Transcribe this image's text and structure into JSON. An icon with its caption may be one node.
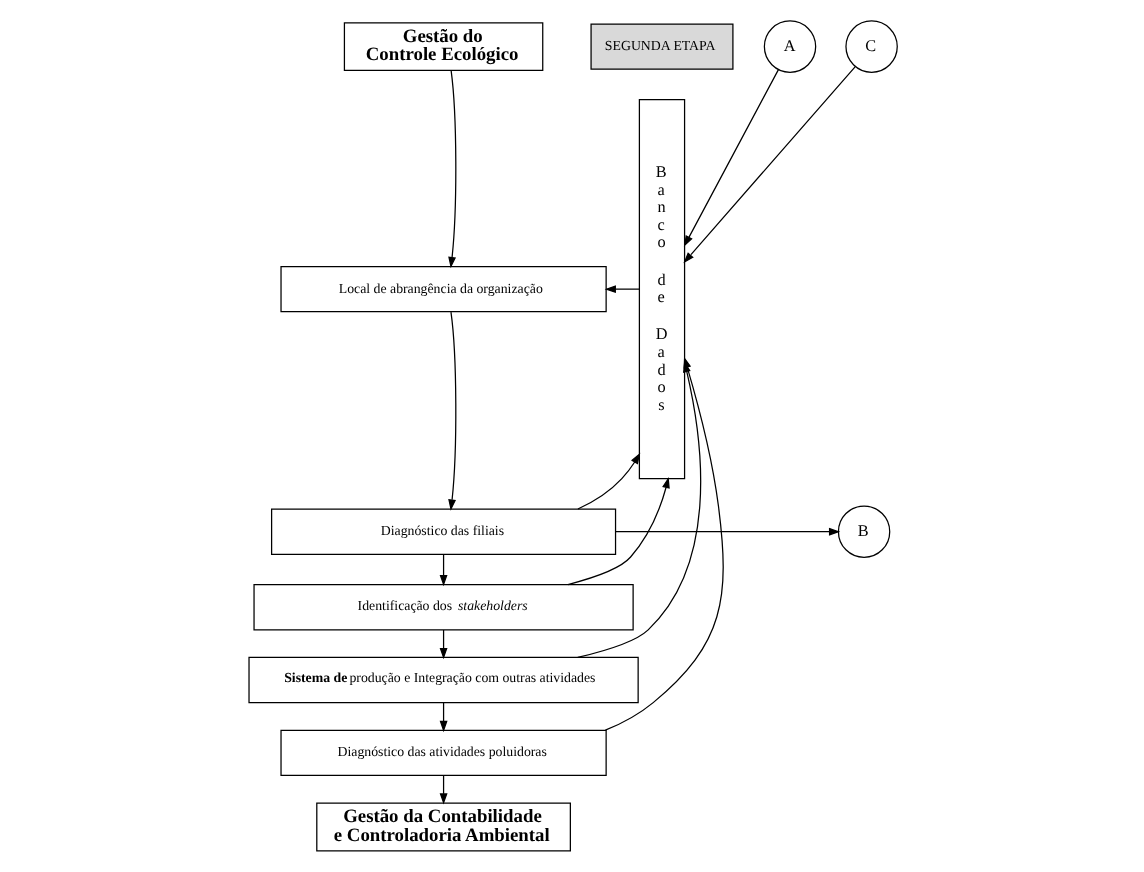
{
  "diagram": {
    "nodes": [
      {
        "text": [
          "Gestão do Controle Ecológico"
        ]
      },
      {
        "text": [
          "SEGUNDA ETAPA"
        ]
      },
      {
        "text": [
          "Banco de Dados"
        ]
      },
      {
        "text": [
          "Local de abrangência da organização"
        ]
      },
      {
        "text": [
          "A"
        ]
      },
      {
        "text": [
          "B"
        ]
      },
      {
        "text": [
          "Diagnóstico das filiais"
        ]
      },
      {
        "text": [
          "Identificação dos *stakeholders*"
        ]
      },
      {
        "text": [
          "C"
        ]
      },
      {
        "text": [
          "**Sistema de** produção e Integração com outras atividades"
        ]
      },
      {
        "text": [
          "Diagnóstico das atividades poluidoras"
        ]
      },
      {
        "text": [
          "Gestão da Contabilidade e Controladoria Ambiental"
        ]
      }
    ],
    "edges": [
      {
        "from": 0,
        "to": 3,
        "arrow": "to"
      },
      {
        "from": 2,
        "to": 3,
        "arrow": "to"
      },
      {
        "from": 4,
        "to": 2,
        "arrow": "to"
      },
      {
        "from": 6,
        "to": 5,
        "arrow": "to"
      },
      {
        "from": 6,
        "to": 2,
        "arrow": "to"
      },
      {
        "from": 3,
        "to": 6,
        "arrow": "to"
      },
      {
        "from": 6,
        "to": 7,
        "arrow": "to"
      },
      {
        "from": 7,
        "to": 2,
        "arrow": "to"
      },
      {
        "from": 8,
        "to": 2,
        "arrow": "to"
      },
      {
        "from": 7,
        "to": 9,
        "arrow": "to"
      },
      {
        "from": 9,
        "to": 2,
        "arrow": "to"
      },
      {
        "from": 9,
        "to": 10,
        "arrow": "to"
      },
      {
        "from": 10,
        "to": 2,
        "arrow": "to"
      },
      {
        "from": 10,
        "to": 11,
        "arrow": "to"
      }
    ]
  }
}
